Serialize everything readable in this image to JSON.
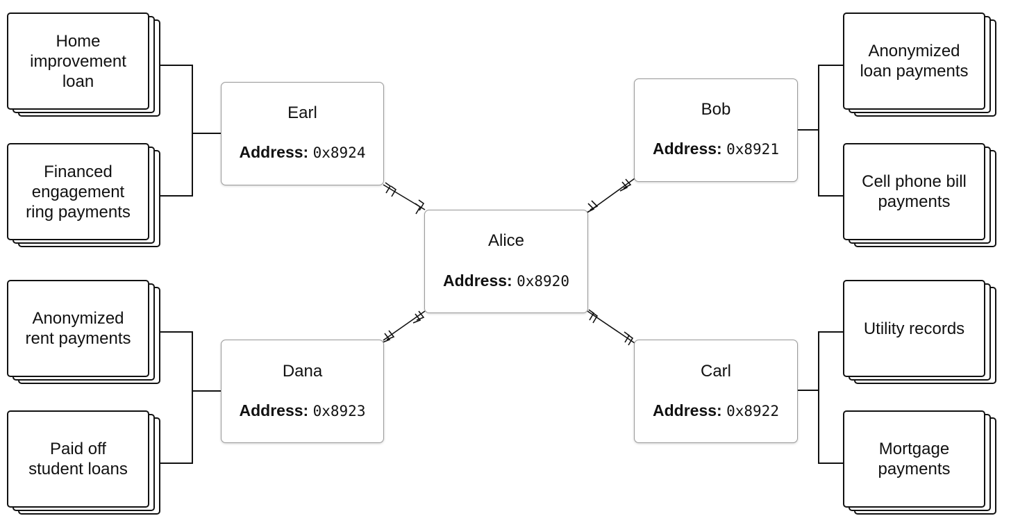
{
  "people": {
    "alice": {
      "name": "Alice",
      "address_label": "Address:",
      "address": "0x8920"
    },
    "bob": {
      "name": "Bob",
      "address_label": "Address:",
      "address": "0x8921"
    },
    "carl": {
      "name": "Carl",
      "address_label": "Address:",
      "address": "0x8922"
    },
    "dana": {
      "name": "Dana",
      "address_label": "Address:",
      "address": "0x8923"
    },
    "earl": {
      "name": "Earl",
      "address_label": "Address:",
      "address": "0x8924"
    }
  },
  "records": {
    "earl": [
      "Home\nimprovement\nloan",
      "Financed\nengagement\nring payments"
    ],
    "dana": [
      "Anonymized\nrent payments",
      "Paid off\nstudent loans"
    ],
    "bob": [
      "Anonymized\nloan payments",
      "Cell phone bill\npayments"
    ],
    "carl": [
      "Utility records",
      "Mortgage\npayments"
    ]
  },
  "colors": {
    "line": "#111111",
    "node_border": "#9a9a9a",
    "record_border": "#111111"
  }
}
